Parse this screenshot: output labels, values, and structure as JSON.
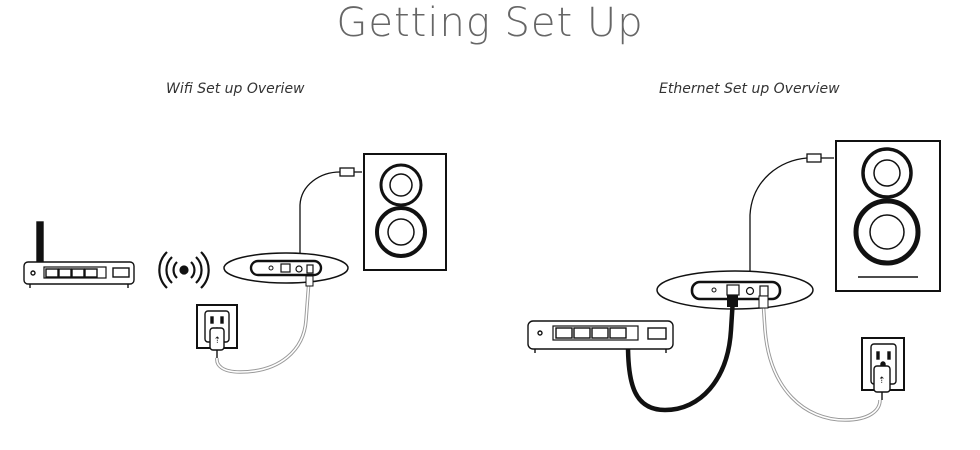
{
  "page": {
    "title": "Getting Set Up"
  },
  "wifi_setup": {
    "caption": "Wifi Set up Overiew"
  },
  "ethernet_setup": {
    "caption": "Ethernet Set up Overview"
  },
  "colors": {
    "line": "#111111",
    "title": "#666666",
    "cable_gray": "#bbbbbb"
  }
}
